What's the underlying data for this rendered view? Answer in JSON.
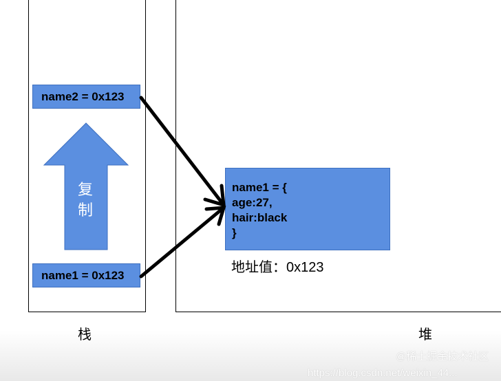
{
  "stack": {
    "label": "栈",
    "top_box": "name2 = 0x123",
    "bottom_box": "name1 = 0x123",
    "copy_arrow_text": [
      "复",
      "制"
    ]
  },
  "heap": {
    "label": "堆",
    "object_lines": [
      "name1 = {",
      "age:27,",
      "hair:black",
      "}"
    ],
    "address_label": "地址值：0x123"
  },
  "watermark": {
    "url": "https://blog.csdn.net/weixin_44...",
    "brand": "@稀土掘金技术社区"
  },
  "colors": {
    "box_fill": "#5b8fe0",
    "arrow": "#000000"
  }
}
